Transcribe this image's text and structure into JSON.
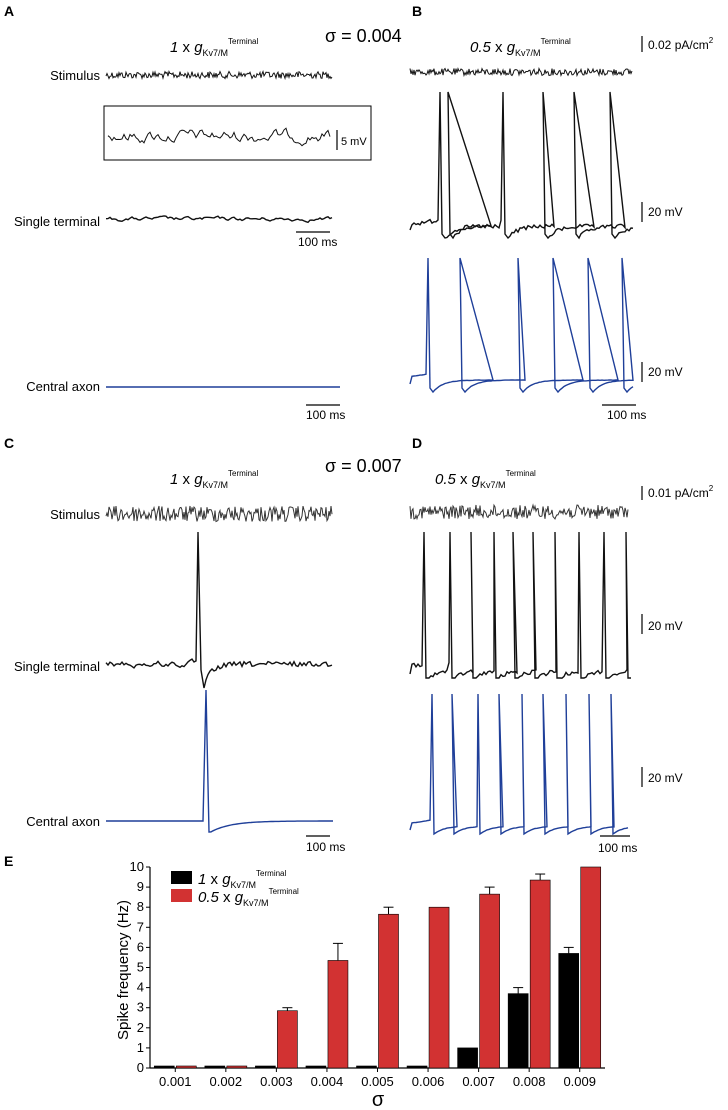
{
  "panels": {
    "A": {
      "letter": "A",
      "title_mult": "1",
      "title_x": "x",
      "g_symbol": "g",
      "g_sub": "Kv7/M",
      "g_sup": "Terminal",
      "label_stimulus": "Stimulus",
      "label_single": "Single terminal",
      "label_central": "Central axon",
      "inset_scale": "5 mV",
      "scale_time_1": "100 ms",
      "scale_time_2": "100 ms"
    },
    "B": {
      "letter": "B",
      "title_mult": "0.5",
      "title_x": "x",
      "g_symbol": "g",
      "g_sub": "Kv7/M",
      "g_sup": "Terminal",
      "stim_scale": "0.02 pA/cm",
      "stim_scale_sup": "2",
      "scale_v1": "20 mV",
      "scale_v2": "20 mV",
      "scale_time": "100 ms"
    },
    "C": {
      "letter": "C",
      "title_mult": "1",
      "title_x": "x",
      "g_symbol": "g",
      "g_sub": "Kv7/M",
      "g_sup": "Terminal",
      "label_stimulus": "Stimulus",
      "label_single": "Single terminal",
      "label_central": "Central axon",
      "scale_time": "100 ms"
    },
    "D": {
      "letter": "D",
      "title_mult": "0.5",
      "title_x": "x",
      "g_symbol": "g",
      "g_sub": "Kv7/M",
      "g_sup": "Terminal",
      "stim_scale": "0.01 pA/cm",
      "stim_scale_sup": "2",
      "scale_v1": "20 mV",
      "scale_v2": "20 mV",
      "scale_time": "100 ms"
    },
    "E": {
      "letter": "E"
    }
  },
  "sigma_labels": {
    "top": "σ = 0.004",
    "middle": "σ = 0.007"
  },
  "colors": {
    "trace_black": "#111111",
    "trace_blue": "#1f3f99",
    "bar_black": "#000000",
    "bar_red": "#d23232"
  },
  "chart_data": {
    "type": "bar",
    "xlabel": "σ",
    "ylabel": "Spike frequency (Hz)",
    "categories": [
      "0.001",
      "0.002",
      "0.003",
      "0.004",
      "0.005",
      "0.006",
      "0.007",
      "0.008",
      "0.009"
    ],
    "ylim": [
      0,
      10
    ],
    "yticks": [
      "0",
      "1",
      "2",
      "3",
      "4",
      "5",
      "6",
      "7",
      "8",
      "9",
      "10"
    ],
    "legend_position": "top-left",
    "series": [
      {
        "name_mult": "1",
        "name_x": "x",
        "name_g": "g",
        "name_sub": "Kv7/M",
        "name_sup": "Terminal",
        "color": "#000000",
        "values": [
          0.1,
          0.1,
          0.1,
          0.1,
          0.1,
          0.1,
          1.0,
          3.7,
          5.7
        ],
        "errors": [
          0,
          0,
          0,
          0,
          0,
          0,
          0,
          0.3,
          0.3
        ]
      },
      {
        "name_mult": "0.5",
        "name_x": "x",
        "name_g": "g",
        "name_sub": "Kv7/M",
        "name_sup": "Terminal",
        "color": "#d23232",
        "values": [
          0.1,
          0.1,
          2.85,
          5.35,
          7.65,
          8.0,
          8.65,
          9.35,
          10.0
        ],
        "errors": [
          0,
          0,
          0.15,
          0.85,
          0.35,
          0,
          0.35,
          0.3,
          0
        ]
      }
    ]
  }
}
